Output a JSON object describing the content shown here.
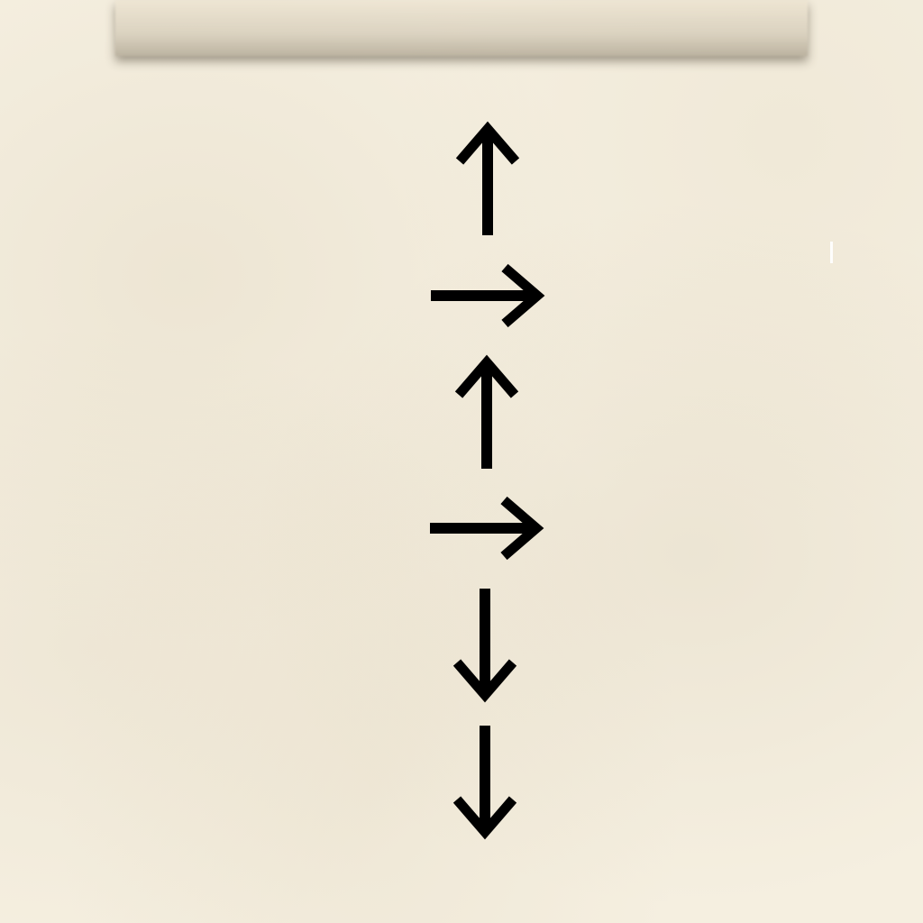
{
  "arrows": [
    {
      "direction": "up",
      "icon": "arrow-up-icon"
    },
    {
      "direction": "right",
      "icon": "arrow-right-icon"
    },
    {
      "direction": "up",
      "icon": "arrow-up-icon"
    },
    {
      "direction": "right",
      "icon": "arrow-right-icon"
    },
    {
      "direction": "down",
      "icon": "arrow-down-icon"
    },
    {
      "direction": "down",
      "icon": "arrow-down-icon"
    }
  ],
  "colors": {
    "paper": "#f5efe0",
    "ink": "#000000"
  }
}
